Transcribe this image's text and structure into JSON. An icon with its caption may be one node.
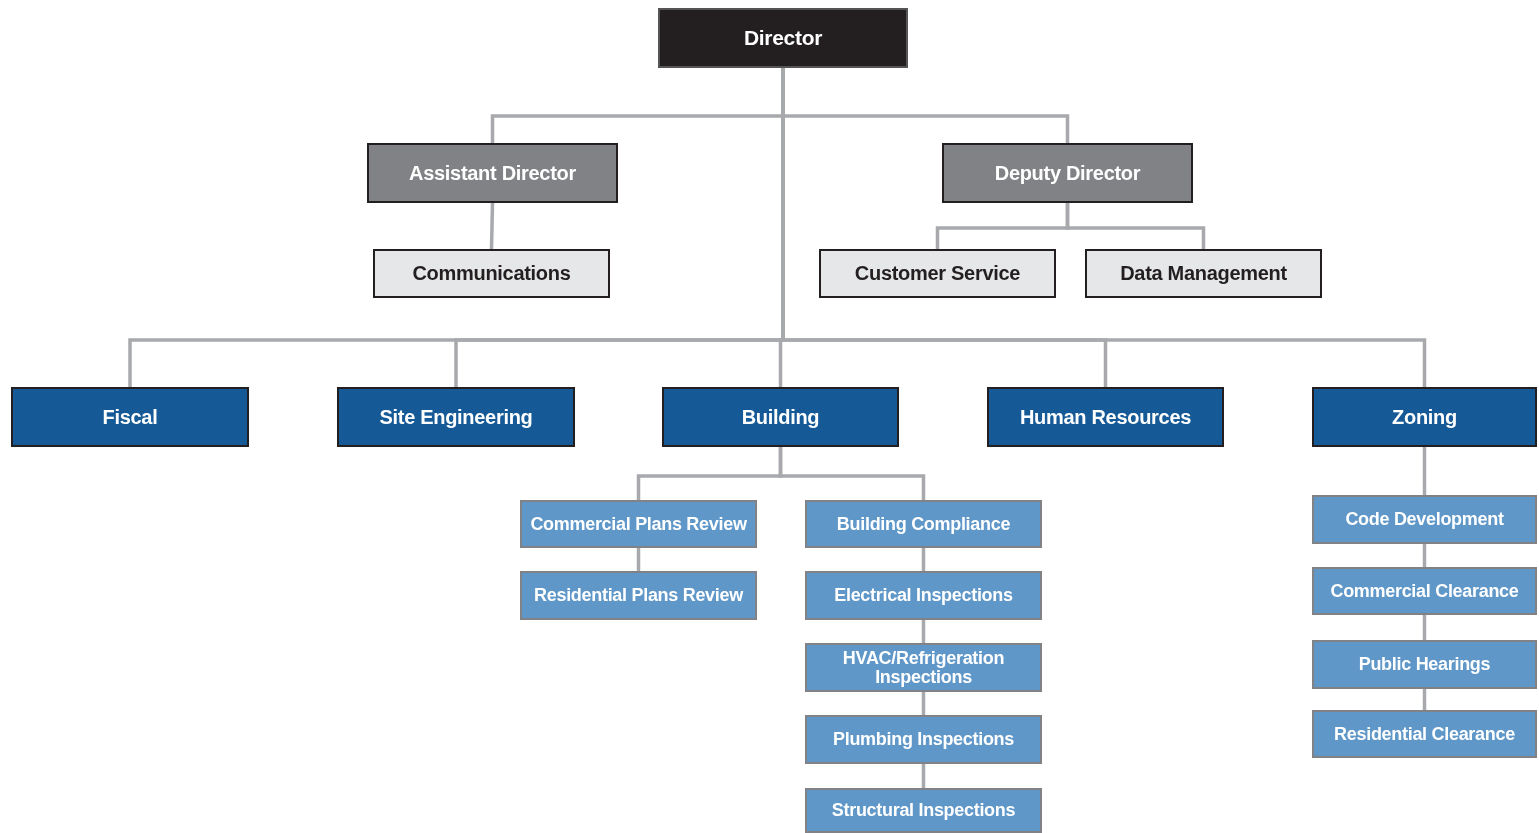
{
  "diagram": {
    "nodes": [
      {
        "text": [
          "Director"
        ]
      },
      {
        "text": [
          "Assistant Director"
        ]
      },
      {
        "text": [
          "Deputy Director"
        ]
      },
      {
        "text": [
          "Communications"
        ]
      },
      {
        "text": [
          "Customer Service"
        ]
      },
      {
        "text": [
          "Data Management"
        ]
      },
      {
        "text": [
          "Fiscal"
        ]
      },
      {
        "text": [
          "Site Engineering"
        ]
      },
      {
        "text": [
          "Building"
        ]
      },
      {
        "text": [
          "Human Resources"
        ]
      },
      {
        "text": [
          "Zoning"
        ]
      },
      {
        "text": [
          "Commercial Plans Review"
        ]
      },
      {
        "text": [
          "Residential Plans Review"
        ]
      },
      {
        "text": [
          "Building Compliance"
        ]
      },
      {
        "text": [
          "Electrical Inspections"
        ]
      },
      {
        "text": [
          "HVAC/Refrigeration Inspections"
        ]
      },
      {
        "text": [
          "Plumbing Inspections"
        ]
      },
      {
        "text": [
          "Structural Inspections"
        ]
      },
      {
        "text": [
          "Code Development"
        ]
      },
      {
        "text": [
          "Commercial Clearance"
        ]
      },
      {
        "text": [
          "Public Hearings"
        ]
      },
      {
        "text": [
          "Residential Clearance"
        ]
      }
    ],
    "edges": [
      {
        "from": 0,
        "to": 1,
        "arrow": "none"
      },
      {
        "from": 0,
        "to": 2,
        "arrow": "none"
      },
      {
        "from": 1,
        "to": 3,
        "arrow": "none"
      },
      {
        "from": 2,
        "to": 4,
        "arrow": "none"
      },
      {
        "from": 2,
        "to": 5,
        "arrow": "none"
      },
      {
        "from": 0,
        "to": 6,
        "arrow": "none"
      },
      {
        "from": 0,
        "to": 7,
        "arrow": "none"
      },
      {
        "from": 0,
        "to": 8,
        "arrow": "none"
      },
      {
        "from": 0,
        "to": 9,
        "arrow": "none"
      },
      {
        "from": 0,
        "to": 10,
        "arrow": "none"
      },
      {
        "from": 8,
        "to": 11,
        "arrow": "none"
      },
      {
        "from": 8,
        "to": 13,
        "arrow": "none"
      },
      {
        "from": 11,
        "to": 12,
        "arrow": "none"
      },
      {
        "from": 13,
        "to": 14,
        "arrow": "none"
      },
      {
        "from": 14,
        "to": 15,
        "arrow": "none"
      },
      {
        "from": 15,
        "to": 16,
        "arrow": "none"
      },
      {
        "from": 16,
        "to": 17,
        "arrow": "none"
      },
      {
        "from": 10,
        "to": 18,
        "arrow": "none"
      },
      {
        "from": 18,
        "to": 19,
        "arrow": "none"
      },
      {
        "from": 19,
        "to": 20,
        "arrow": "none"
      },
      {
        "from": 20,
        "to": 21,
        "arrow": "none"
      }
    ]
  }
}
